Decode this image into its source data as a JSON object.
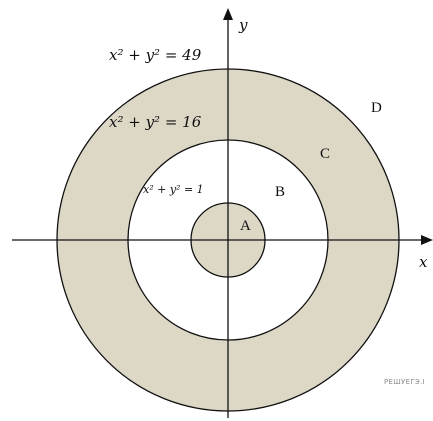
{
  "colors": {
    "fill": "#ddd7c6",
    "background": "#ffffff",
    "stroke": "#111111"
  },
  "axes": {
    "x_label": "x",
    "y_label": "y"
  },
  "equations": {
    "outer": "x² + y² = 49",
    "middle": "x² + y² = 16",
    "inner": "x² + y² = 1"
  },
  "regions": {
    "a": "A",
    "b": "B",
    "c": "C",
    "d": "D"
  },
  "watermark": "РЕШУЕГЭ.I"
}
